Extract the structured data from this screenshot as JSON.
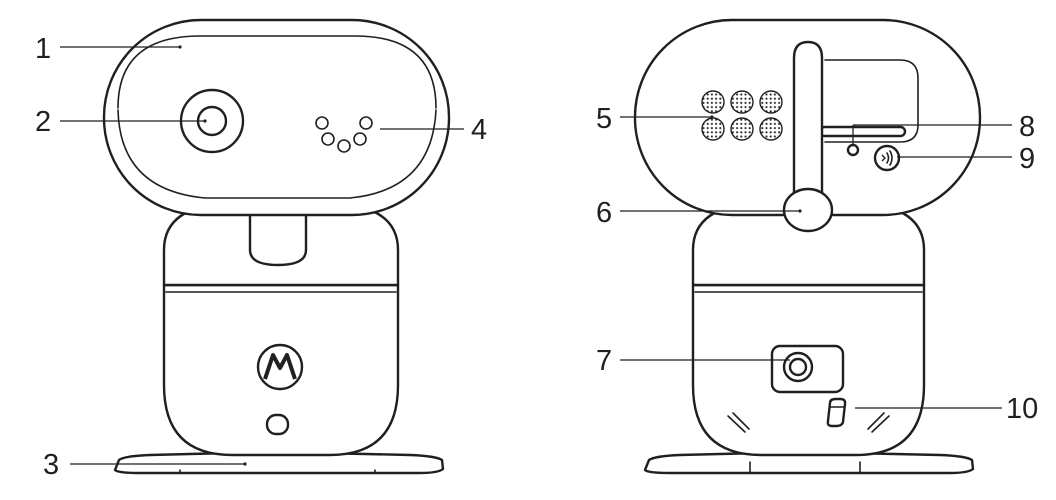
{
  "callouts": [
    {
      "id": "1",
      "label": "1"
    },
    {
      "id": "2",
      "label": "2"
    },
    {
      "id": "3",
      "label": "3"
    },
    {
      "id": "4",
      "label": "4"
    },
    {
      "id": "5",
      "label": "5"
    },
    {
      "id": "6",
      "label": "6"
    },
    {
      "id": "7",
      "label": "7"
    },
    {
      "id": "8",
      "label": "8"
    },
    {
      "id": "9",
      "label": "9"
    },
    {
      "id": "10",
      "label": "10"
    }
  ],
  "colors": {
    "line": "#231f20",
    "background": "#ffffff"
  },
  "icons": {
    "brand_logo": "motorola-logo-icon",
    "pairing": "nfc-pair-icon"
  }
}
